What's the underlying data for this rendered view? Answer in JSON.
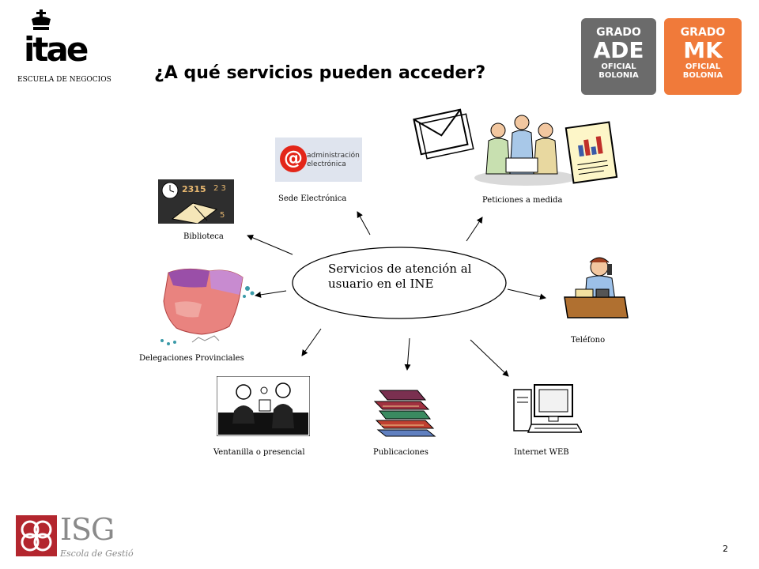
{
  "header": {
    "title": "¿A qué servicios pueden acceder?",
    "logo_text": "itae",
    "logo_subtitle": "ESCUELA DE NEGOCIOS"
  },
  "badges": [
    {
      "line1": "GRADO",
      "line2": "ADE",
      "line3": "OFICIAL",
      "line4": "BOLONIA",
      "color": "#6b6b6b"
    },
    {
      "line1": "GRADO",
      "line2": "MK",
      "line3": "OFICIAL",
      "line4": "BOLONIA",
      "color": "#f07a3a"
    }
  ],
  "diagram": {
    "center_line1": "Servicios de atención al",
    "center_line2": "usuario en el INE",
    "nodes": {
      "sede": "Sede Electrónica",
      "sede_logo_line1": "administración",
      "sede_logo_line2": "electrónica",
      "peticiones": "Peticiones a medida",
      "biblioteca": "Biblioteca",
      "delegaciones": "Delegaciones Provinciales",
      "telefono": "Teléfono",
      "ventanilla": "Ventanilla o presencial",
      "publicaciones": "Publicaciones",
      "internet": "Internet WEB"
    }
  },
  "footer": {
    "isg_logo": "ISG",
    "isg_subtitle": "Escola de Gestió",
    "page_number": "2"
  }
}
